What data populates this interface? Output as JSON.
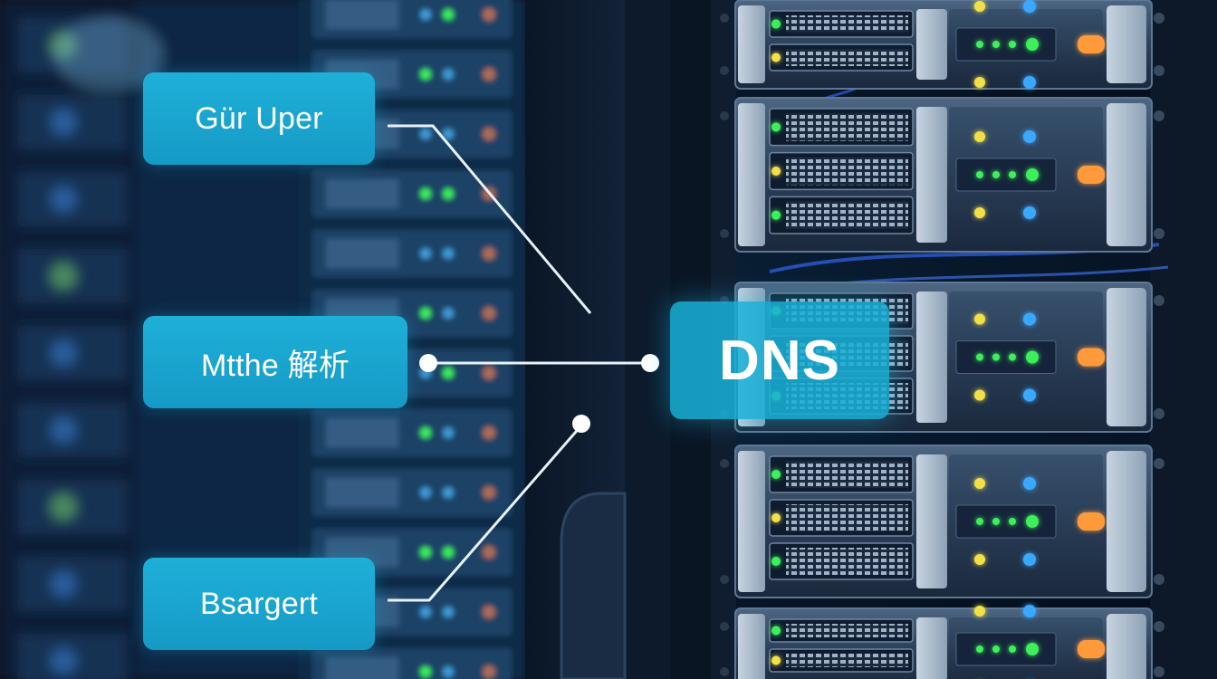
{
  "labels": {
    "top": "Gür Uper",
    "middle": "Mtthe 解析",
    "bottom": "Bsargert",
    "center": "DNS"
  },
  "colors": {
    "label_fill": "#1eb0d8",
    "dns_fill": "#18b0d6",
    "connector": "#e8f2f8",
    "led_green": "#3cf05a",
    "led_yellow": "#f2e04a",
    "led_blue": "#3aa8ff",
    "led_orange": "#ff9a3a",
    "background": "#081a2e"
  }
}
